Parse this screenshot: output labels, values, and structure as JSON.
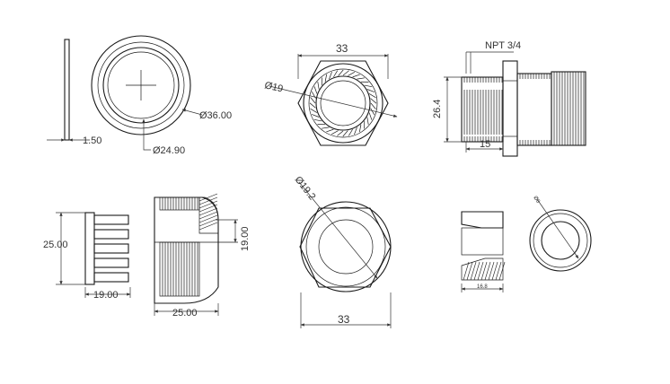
{
  "dimensions": {
    "washer_thickness": "1.50",
    "washer_outer_dia": "Ø36.00",
    "washer_inner_dia": "Ø24.90",
    "hex_width_top": "33",
    "hex_bore_top": "Ø19",
    "thread_spec": "NPT 3/4",
    "body_height": "26.4",
    "thread_length": "15",
    "side_height": "25.00",
    "side_width": "19.00",
    "cap_height": "19.00",
    "cap_width": "25.00",
    "hex_bore_bottom": "Ø19.2",
    "hex_width_bottom": "33",
    "seal_width": "16.8",
    "seal_dia": "Ø8"
  }
}
